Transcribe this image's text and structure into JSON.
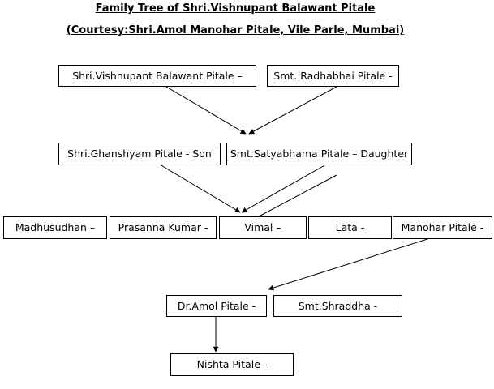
{
  "title": "Family Tree of Shri.Vishnupant Balawant Pitale",
  "subtitle": "(Courtesy:Shri.Amol Manohar Pitale, Vile Parle, Mumbai)",
  "people": {
    "vishnupant": "Shri.Vishnupant Balawant Pitale –",
    "radhabhai": "Smt. Radhabhai Pitale -",
    "ghanshyam": "Shri.Ghanshyam Pitale  - Son",
    "satyabhama": "Smt.Satyabhama Pitale – Daughter",
    "madhusudhan": "Madhusudhan –",
    "prasanna": "Prasanna Kumar  -",
    "vimal": "Vimal –",
    "lata": "Lata  -",
    "manohar": "Manohar Pitale  -",
    "amol": "Dr.Amol Pitale  -",
    "shraddha": "Smt.Shraddha  -",
    "nishta": "Nishta Pitale  -"
  }
}
